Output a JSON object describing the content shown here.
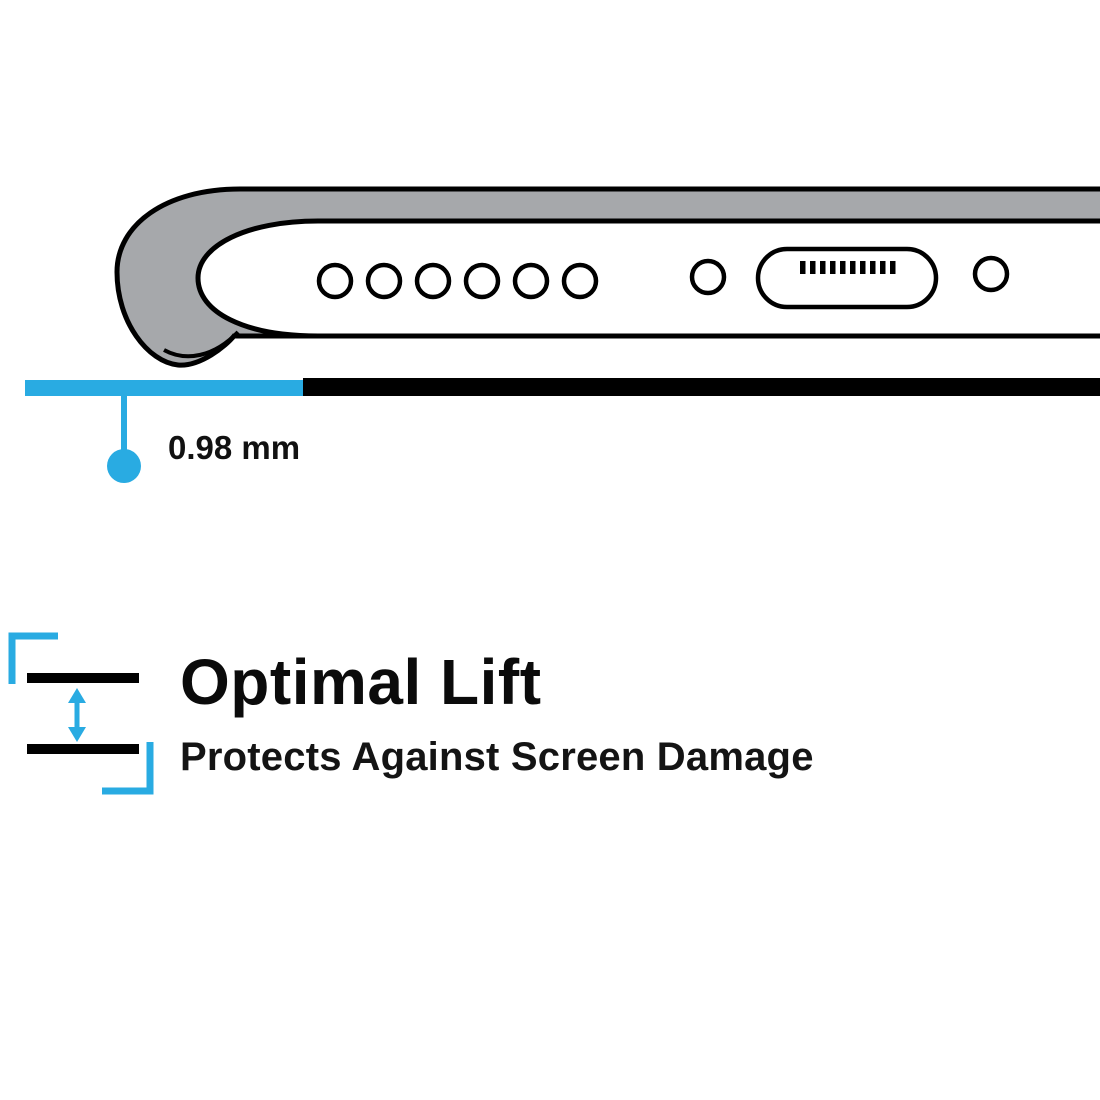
{
  "colors": {
    "accent": "#29ABE2",
    "case_gray": "#A6A8AB",
    "outline": "#000000",
    "body_fill": "#FFFFFF"
  },
  "illustration": {
    "subject": "phone-bottom-edge-in-case-side-profile",
    "speaker_hole_count": 6,
    "port_name": "charging-port"
  },
  "measurement": {
    "label": "0.98 mm"
  },
  "feature": {
    "title": "Optimal Lift",
    "subtitle": "Protects Against Screen Damage"
  }
}
